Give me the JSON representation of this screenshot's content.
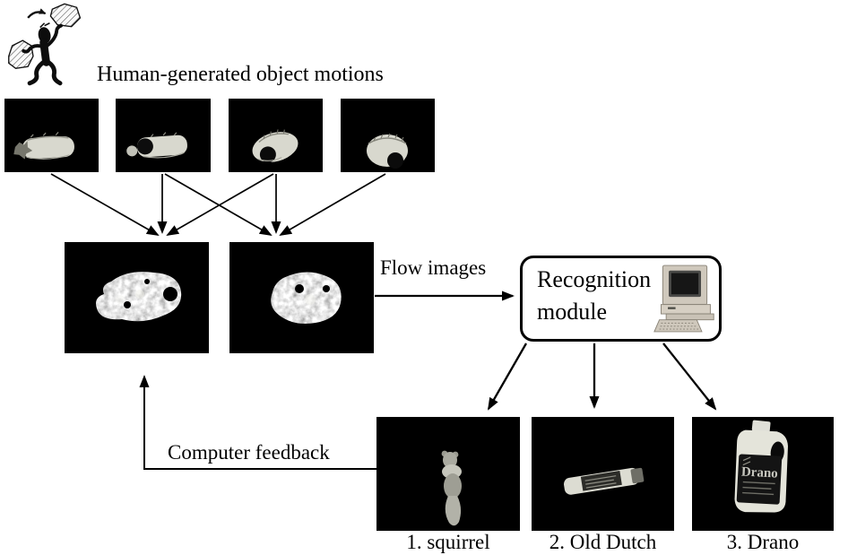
{
  "title": "Human-generated object motions",
  "labels": {
    "flow_images": "Flow images",
    "computer_feedback": "Computer feedback"
  },
  "recognition_module": {
    "line1": "Recognition",
    "line2": "module"
  },
  "results": [
    {
      "label": "1. squirrel",
      "object": "squirrel-figurine"
    },
    {
      "label": "2. Old Dutch",
      "object": "old-dutch-cleanser-container"
    },
    {
      "label": "3. Drano",
      "object": "drano-bottle"
    }
  ],
  "drano_bottle_text": "Drano",
  "icons": {
    "juggler": "person-juggling-papers",
    "computer": "desktop-computer"
  },
  "colors": {
    "background": "#ffffff",
    "ink": "#000000",
    "image_background": "#000000",
    "object_light_gray": "#d8d8ce"
  }
}
